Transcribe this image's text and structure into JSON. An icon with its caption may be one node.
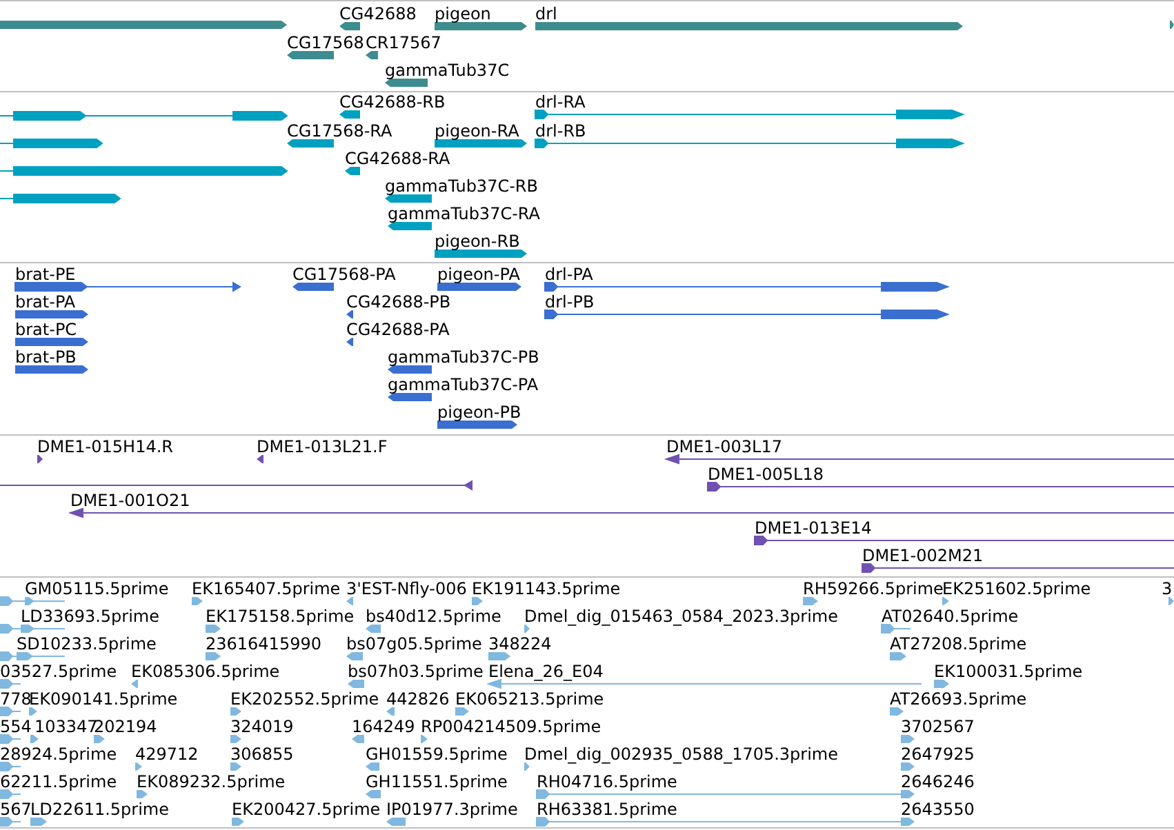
{
  "diagram": {
    "labels": [
      "CG42688",
      "pigeon",
      "drl",
      "CG17568",
      "CR17567",
      "gammaTub37C",
      "CG42688-RB",
      "drl-RA",
      "CG17568-RA",
      "pigeon-RA",
      "drl-RB",
      "CG42688-RA",
      "gammaTub37C-RB",
      "gammaTub37C-RA",
      "pigeon-RB",
      "brat-PE",
      "CG17568-PA",
      "pigeon-PA",
      "drl-PA",
      "brat-PA",
      "CG42688-PB",
      "drl-PB",
      "brat-PC",
      "CG42688-PA",
      "brat-PB",
      "gammaTub37C-PB",
      "gammaTub37C-PA",
      "pigeon-PB",
      "DME1-015H14.R",
      "DME1-013L21.F",
      "DME1-003L17",
      "DME1-005L18",
      "DME1-001O21",
      "DME1-013E14",
      "DME1-002M21",
      "GM05115.5prime",
      "EK165407.5prime",
      "3'EST-Nfly-006",
      "EK191143.5prime",
      "RH59266.5prime",
      "EK251602.5prime",
      "3",
      "LD33693.5prime",
      "EK175158.5prime",
      "bs40d12.5prime",
      "Dmel_dig_015463_0584_2023.3prime",
      "AT02640.5prime",
      "SD10233.5prime",
      "23616415990",
      "bs07g05.5prime",
      "348224",
      "AT27208.5prime",
      "03527.5prime",
      "EK085306.5prime",
      "bs07h03.5prime",
      "Elena_26_E04",
      "EK100031.5prime",
      "778",
      "EK090141.5prime",
      "EK202552.5prime",
      "442826",
      "EK065213.5prime",
      "AT26693.5prime",
      "554",
      "103347",
      "202194",
      "324019",
      "164249",
      "RP004214509.5prime",
      "3702567",
      "28924.5prime",
      "429712",
      "306855",
      "GH01559.5prime",
      "Dmel_dig_002935_0588_1705.3prime",
      "2647925",
      "62211.5prime",
      "EK089232.5prime",
      "GH11551.5prime",
      "RH04716.5prime",
      "2646246",
      "567",
      "LD22611.5prime",
      "EK200427.5prime",
      "IP01977.3prime",
      "RH63381.5prime",
      "2643550"
    ]
  }
}
